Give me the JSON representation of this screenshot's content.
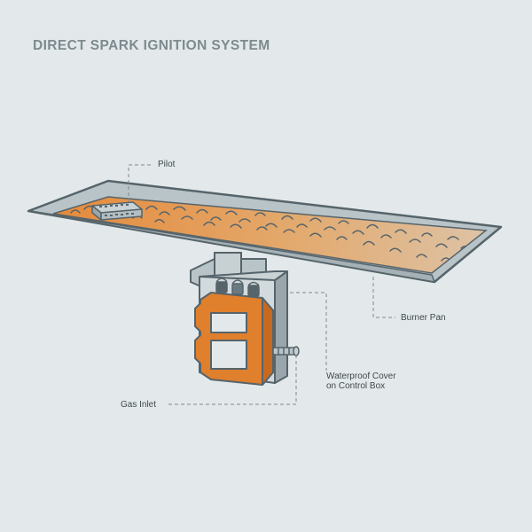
{
  "title": "DIRECT SPARK IGNITION SYSTEM",
  "labels": {
    "pilot": "Pilot",
    "burner_pan": "Burner Pan",
    "waterproof_cover_line1": "Waterproof Cover",
    "waterproof_cover_line2": "on Control Box",
    "gas_inlet": "Gas Inlet"
  },
  "colors": {
    "background": "#e3e9ea",
    "outline": "#56646b",
    "metal": "#b9c4c8",
    "orange": "#e07f2c",
    "media": "#d9b48f",
    "title": "#7d8a90"
  }
}
